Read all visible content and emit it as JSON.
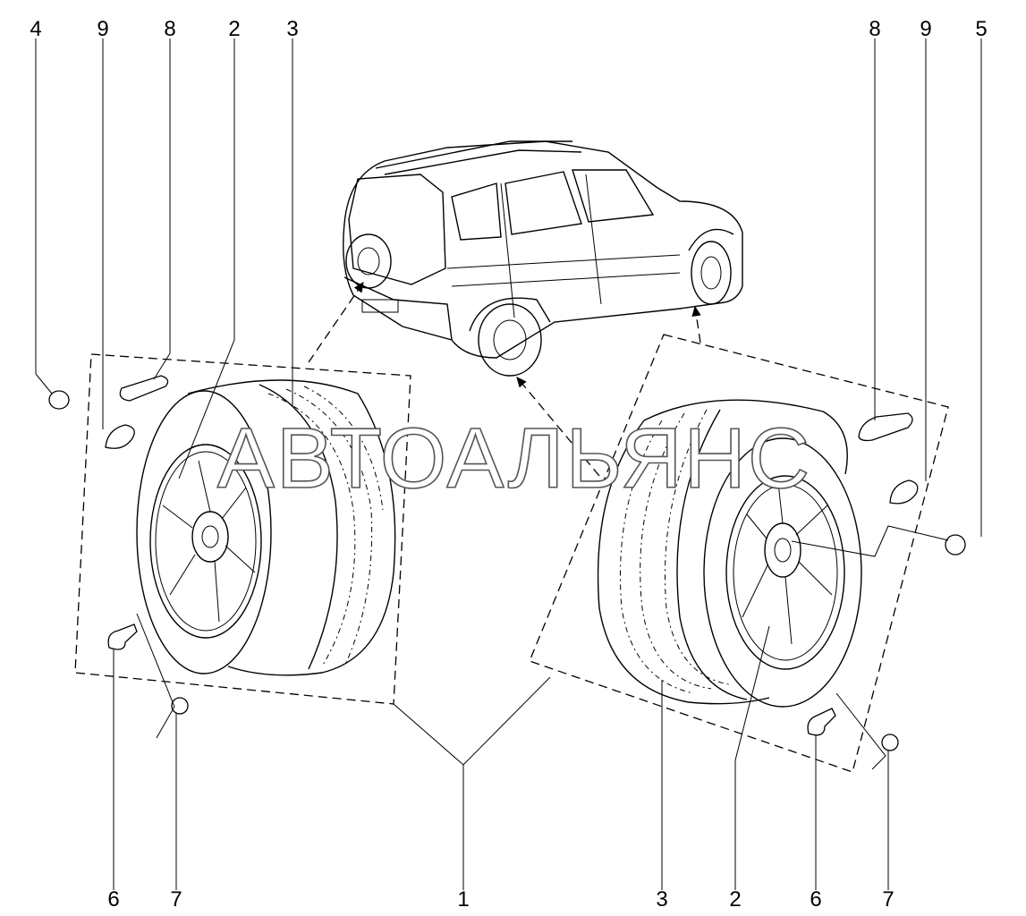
{
  "watermark": "АВТОАЛЬЯНС",
  "labels": {
    "l4": "4",
    "l9a": "9",
    "l8a": "8",
    "l2a": "2",
    "l3a": "3",
    "r8": "8",
    "r9": "9",
    "r5": "5",
    "l6": "6",
    "l7": "7",
    "b1": "1",
    "b3": "3",
    "b2": "2",
    "r6": "6",
    "r7": "7"
  }
}
